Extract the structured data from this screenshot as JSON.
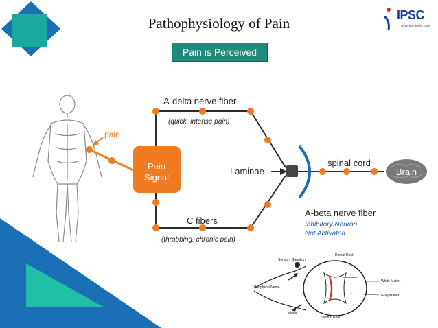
{
  "slide": {
    "title": "Pathophysiology of Pain",
    "badge": "Pain is Perceived",
    "logo_text": "IPSC",
    "logo_url": "www.ipscindia.com"
  },
  "diagram": {
    "pain_label": "pain",
    "pain_signal_line1": "Pain",
    "pain_signal_line2": "Signal",
    "a_delta_label": "A-delta nerve fiber",
    "a_delta_sub": "(quick, intense pain)",
    "c_fibers_label": "C fibers",
    "c_fibers_sub": "(throbbing, chronic pain)",
    "laminae_label": "Laminae",
    "spinal_cord_label": "spinal cord",
    "brain_label": "Brain",
    "a_beta_label": "A-beta nerve fiber",
    "inhibitory_line1": "Inhibitory Neuron",
    "inhibitory_line2": "Not Activated"
  },
  "spine_diagram": {
    "sensory_ganglion": "Sensory Ganglion",
    "dorsal_root": "Dorsal Root",
    "white_matter": "White Matter",
    "peripheral_nerve": "Peripheral Nerve",
    "gray_matter": "Gray Matter",
    "motor": "Motor",
    "ventral_root": "Ventral Root"
  },
  "colors": {
    "orange": "#ef7b22",
    "teal": "#1e8b7a",
    "blue": "#1a6fb5",
    "navy": "#1f5aa0"
  }
}
